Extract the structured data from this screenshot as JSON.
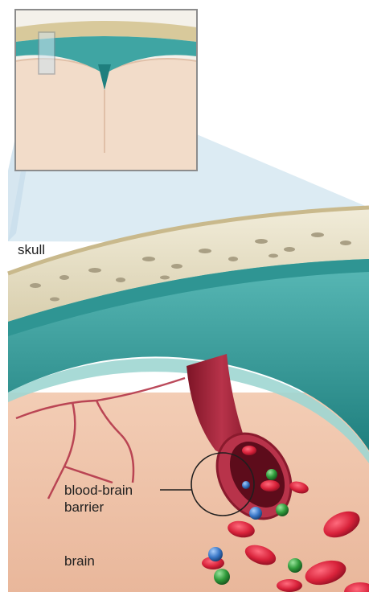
{
  "labels": {
    "skull": "skull",
    "blood_brain_barrier": "blood-brain\nbarrier",
    "brain": "brain"
  },
  "colors": {
    "bone": "#e7e0c8",
    "bone_edge": "#c9b98c",
    "meninges_teal": "#3fa5a3",
    "meninges_dark": "#1f7f7e",
    "brain_tissue": "#efc3a9",
    "vessel_red": "#a8233a",
    "vessel_dark": "#6b0f1f",
    "rbc_red": "#d8223a",
    "molecule_green": "#2f9a3a",
    "molecule_blue": "#3a78c8",
    "zoom_beam": "#cfe3ef"
  }
}
